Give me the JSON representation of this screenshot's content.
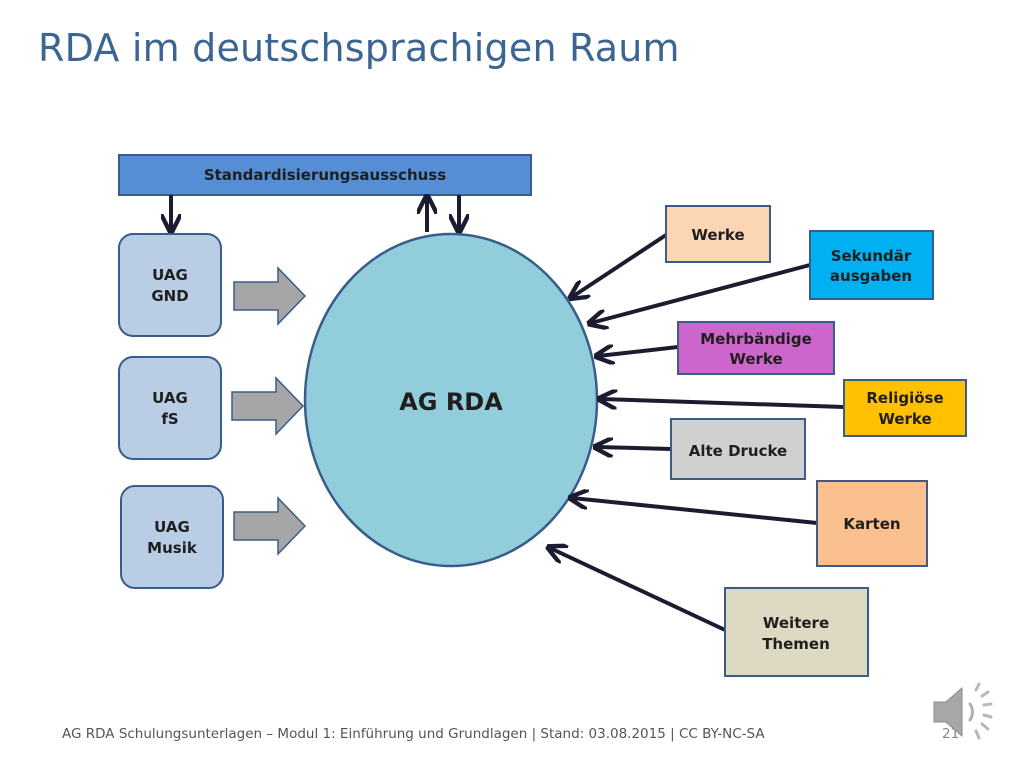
{
  "slide": {
    "title": "RDA im deutschsprachigen Raum",
    "footer": "AG RDA Schulungsunterlagen – Modul 1: Einführung und Grundlagen | Stand: 03.08.2015 | CC BY-NC-SA",
    "page_number": "21"
  },
  "diagram": {
    "top_bar": "Standardisierungsausschuss",
    "center": "AG RDA",
    "subgroups": [
      {
        "line1": "UAG",
        "line2": "GND"
      },
      {
        "line1": "UAG",
        "line2": "fS"
      },
      {
        "line1": "UAG",
        "line2": "Musik"
      }
    ],
    "topics": [
      {
        "line1": "Werke",
        "line2": "",
        "color": "#fcd5b5"
      },
      {
        "line1": "Sekundär",
        "line2": "ausgaben",
        "color": "#00b0f0"
      },
      {
        "line1": "Mehrbändige",
        "line2": "Werke",
        "color": "#cc66cc"
      },
      {
        "line1": "Religiöse",
        "line2": "Werke",
        "color": "#ffc000"
      },
      {
        "line1": "Alte Drucke",
        "line2": "",
        "color": "#d0d0d0"
      },
      {
        "line1": "Karten",
        "line2": "",
        "color": "#fac090"
      },
      {
        "line1": "Weitere",
        "line2": "Themen",
        "color": "#ddd9c3"
      }
    ],
    "colors": {
      "bar": "#558ed5",
      "ellipse": "#92cddc",
      "subgroup": "#b9cde5",
      "outline": "#385d8a",
      "arrow": "#1c1c30",
      "block_arrow": "#a6a6a6"
    }
  }
}
